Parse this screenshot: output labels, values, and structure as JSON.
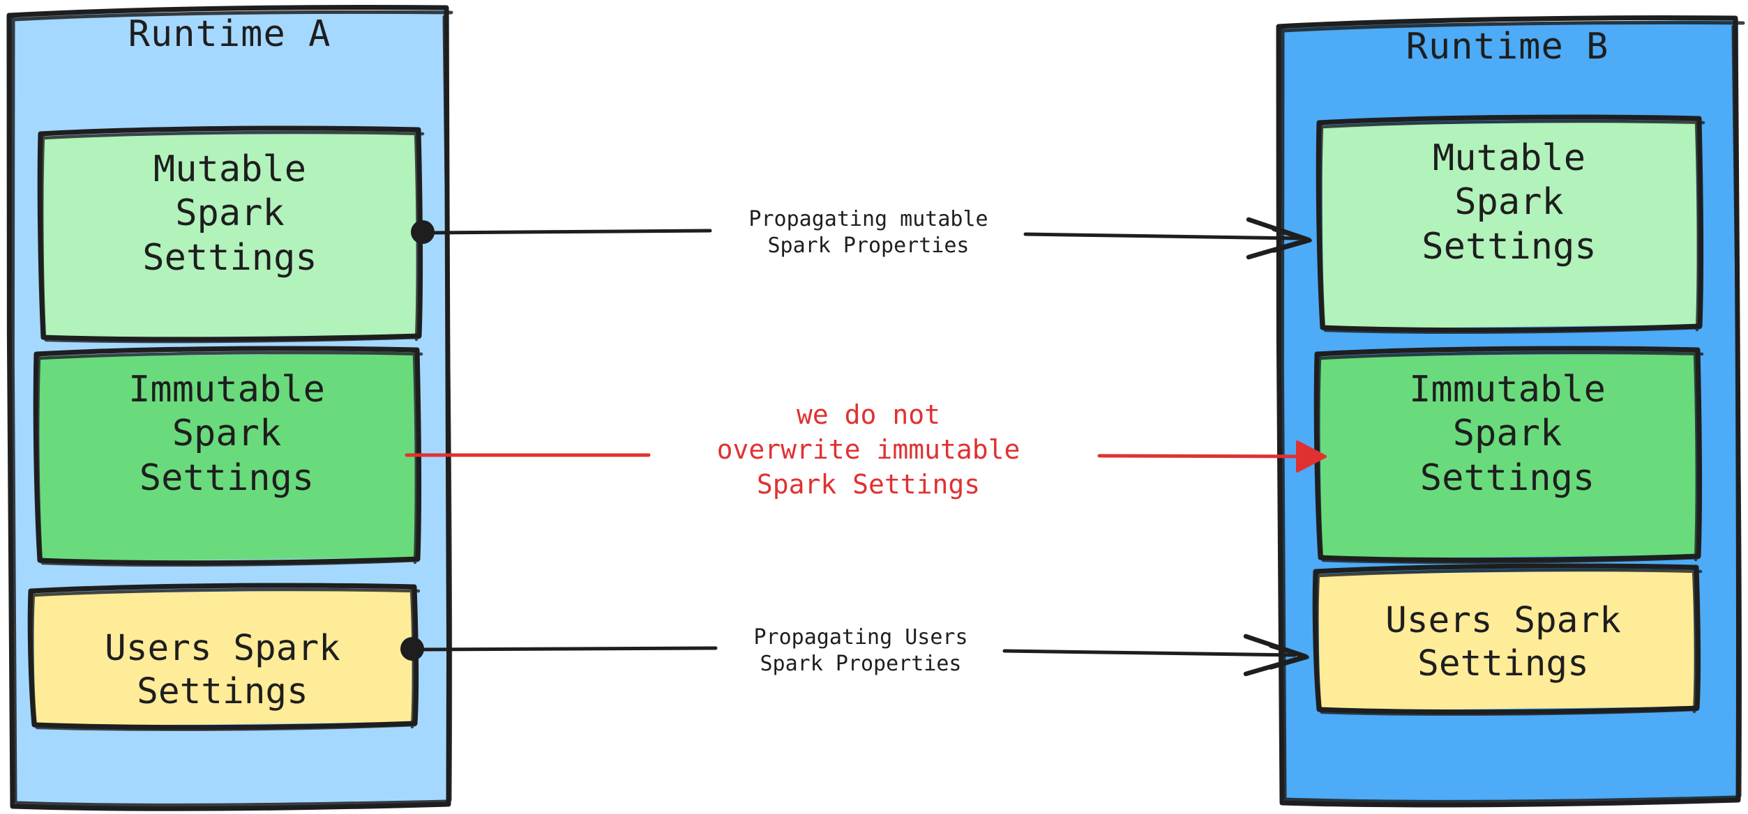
{
  "diagram": {
    "title_hidden": "",
    "style": "hand-drawn sketch",
    "colors": {
      "panel_a_fill": "#a5d8ff",
      "panel_b_fill": "#4dabf7",
      "mutable_fill": "#b2f2bb",
      "immutable_fill": "#69db7c",
      "users_fill": "#ffec99",
      "stroke": "#1e1e1e",
      "red_accent": "#e03131",
      "background": "#ffffff"
    }
  },
  "panels": [
    {
      "id": "runtime-a",
      "title": "Runtime A",
      "boxes": [
        {
          "id": "mutable-a",
          "label": "Mutable\nSpark\nSettings",
          "fill": "#b2f2bb"
        },
        {
          "id": "immutable-a",
          "label": "Immutable\nSpark\nSettings",
          "fill": "#69db7c"
        },
        {
          "id": "users-a",
          "label": "Users Spark\nSettings",
          "fill": "#ffec99"
        }
      ]
    },
    {
      "id": "runtime-b",
      "title": "Runtime B",
      "boxes": [
        {
          "id": "mutable-b",
          "label": "Mutable\nSpark\nSettings",
          "fill": "#b2f2bb"
        },
        {
          "id": "immutable-b",
          "label": "Immutable\nSpark\nSettings",
          "fill": "#69db7c"
        },
        {
          "id": "users-b",
          "label": "Users Spark\nSettings",
          "fill": "#ffec99"
        }
      ]
    }
  ],
  "connectors": [
    {
      "id": "mutable-arrow",
      "label": "Propagating mutable\nSpark Properties",
      "color": "#1e1e1e",
      "from": "mutable-a",
      "to": "mutable-b",
      "start_marker": "dot",
      "end_marker": "arrow-open"
    },
    {
      "id": "immutable-arrow",
      "label": "we do not\noverwrite immutable\nSpark Settings",
      "color": "#e03131",
      "from": "immutable-a",
      "to": "immutable-b",
      "start_marker": "none",
      "end_marker": "arrow-filled"
    },
    {
      "id": "users-arrow",
      "label": "Propagating Users\nSpark Properties",
      "color": "#1e1e1e",
      "from": "users-a",
      "to": "users-b",
      "start_marker": "dot",
      "end_marker": "arrow-open"
    }
  ]
}
